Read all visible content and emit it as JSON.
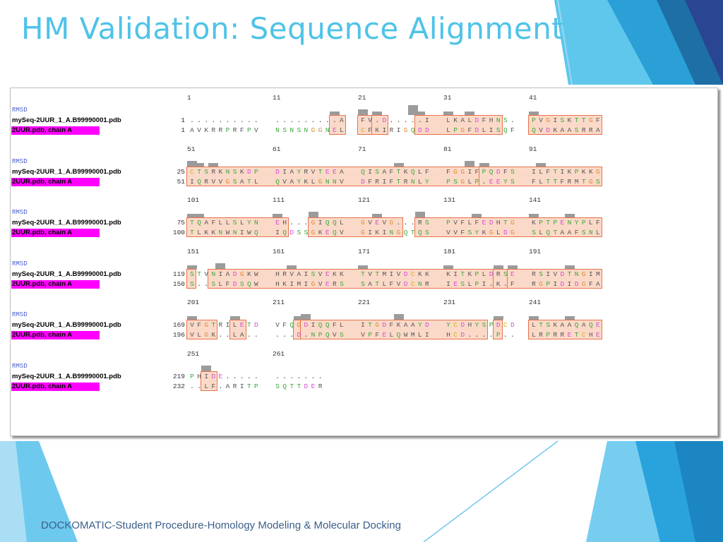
{
  "slide": {
    "title": "HM Validation: Sequence Alignment",
    "footer": "DOCKOMATIC-Student Procedure-Homology Modeling & Molecular Docking"
  },
  "alignment": {
    "rmsd_label": "RMSD",
    "query_name": "mySeq-2UUR_1_A.B99990001.pdb",
    "template_name": "2UUR.pdb, chain A",
    "blocks": [
      {
        "ruler": [
          "1",
          "11",
          "21",
          "31",
          "41"
        ],
        "qnum": "1",
        "tnum": "1",
        "q": ". . . . . . . . . .   . . . . . . . . . A   F V . D . . . . . I   L K A L D F H N S .   P V G I S K T T G F",
        "t": "A V K R R P R F P V   N S N S N G G N E L   C F K I R I G Q D D   L P G F D L I S Q F   Q V D K A A S R R A",
        "hl": [
          [
            18,
            19
          ],
          [
            20,
            21
          ],
          [
            22,
            23
          ],
          [
            28,
            37
          ],
          [
            40,
            49
          ]
        ],
        "bars": [
          [
            18,
            1
          ],
          [
            20,
            2
          ],
          [
            22,
            1
          ],
          [
            27,
            4
          ],
          [
            28,
            1
          ],
          [
            30,
            1
          ],
          [
            33,
            1
          ],
          [
            40,
            1
          ]
        ]
      },
      {
        "ruler": [
          "51",
          "61",
          "71",
          "81",
          "91"
        ],
        "qnum": "25",
        "tnum": "51",
        "q": "C T S R K N S K D P   D I A Y R V T E E A   Q I S A F T K Q L F   F G G I F P Q D F S   I L F T I K P K K G",
        "t": "I Q R V V G S A T L   Q V A Y K L G N N V   D F R I F T R N L Y   P S G L P . E E Y S   F L T T F R M T G S",
        "hl": [
          [
            0,
            34
          ],
          [
            35,
            49
          ]
        ],
        "bars": [
          [
            0,
            2
          ],
          [
            1,
            1
          ],
          [
            3,
            1
          ],
          [
            25,
            1
          ],
          [
            33,
            2
          ],
          [
            35,
            1
          ],
          [
            41,
            1
          ]
        ]
      },
      {
        "ruler": [
          "101",
          "111",
          "121",
          "131",
          "141"
        ],
        "qnum": "75",
        "tnum": "100",
        "q": "T Q A F L L S L Y N   E H . . . G I Q Q L   G V E V G . . . R S   P V F L F E D H T G   K P T P E N Y P L F",
        "t": "T L K K N W N I W Q   I Q D S S G K E Q V   G I K I N G Q T Q S   V V F S Y K G L D G   S L Q T A A F S N L",
        "hl": [
          [
            0,
            11
          ],
          [
            15,
            25
          ],
          [
            28,
            49
          ]
        ],
        "bars": [
          [
            0,
            1
          ],
          [
            1,
            1
          ],
          [
            10,
            1
          ],
          [
            15,
            2
          ],
          [
            22,
            1
          ],
          [
            28,
            2
          ],
          [
            34,
            1
          ],
          [
            40,
            1
          ],
          [
            45,
            1
          ]
        ]
      },
      {
        "ruler": [
          "151",
          "161",
          "171",
          "181",
          "191"
        ],
        "qnum": "119",
        "tnum": "150",
        "q": "S T V N I A D G K W   H R V A I S V E K K   T V T M I V D C K K   K I T K P L D R S E   R S I V D T N G I M",
        "t": "S . . S L F D S Q W   H K I M I G V E R S   S A T L F V D C N R   I E S L P I . K . F   R G P I D I D G F A",
        "hl": [
          [
            0,
            0
          ],
          [
            3,
            36
          ],
          [
            37,
            38
          ],
          [
            39,
            49
          ]
        ],
        "bars": [
          [
            0,
            1
          ],
          [
            4,
            2
          ],
          [
            12,
            1
          ],
          [
            20,
            1
          ],
          [
            30,
            1
          ],
          [
            37,
            1
          ],
          [
            39,
            1
          ],
          [
            45,
            1
          ]
        ]
      },
      {
        "ruler": [
          "201",
          "211",
          "221",
          "231",
          "241"
        ],
        "qnum": "169",
        "tnum": "196",
        "q": "V F G T R I L E T D   V F Q G D I Q Q F L   I T G D F K A A Y D   Y C D H Y S P D C D   L T S K A A Q A Q E",
        "t": "V L G K . . L A . .   . . . D . N P Q V S   V P F E L Q W M L I   H C D . . . . P . .   L R P R R E T C H E",
        "hl": [
          [
            0,
            3
          ],
          [
            6,
            7
          ],
          [
            13,
            13
          ],
          [
            14,
            35
          ],
          [
            37,
            37
          ],
          [
            40,
            49
          ]
        ],
        "bars": [
          [
            0,
            1
          ],
          [
            6,
            1
          ],
          [
            13,
            1
          ],
          [
            14,
            2
          ],
          [
            25,
            2
          ],
          [
            37,
            1
          ],
          [
            40,
            1
          ],
          [
            45,
            1
          ]
        ]
      },
      {
        "ruler": [
          "251",
          "261"
        ],
        "qnum": "219",
        "tnum": "232",
        "q": "P H I D E . . . . .   . . . . . . .",
        "t": ". . L F . A R I T P   S Q T T D E R",
        "hl": [
          [
            2,
            3
          ]
        ],
        "bars": [
          [
            2,
            2
          ]
        ]
      }
    ]
  }
}
